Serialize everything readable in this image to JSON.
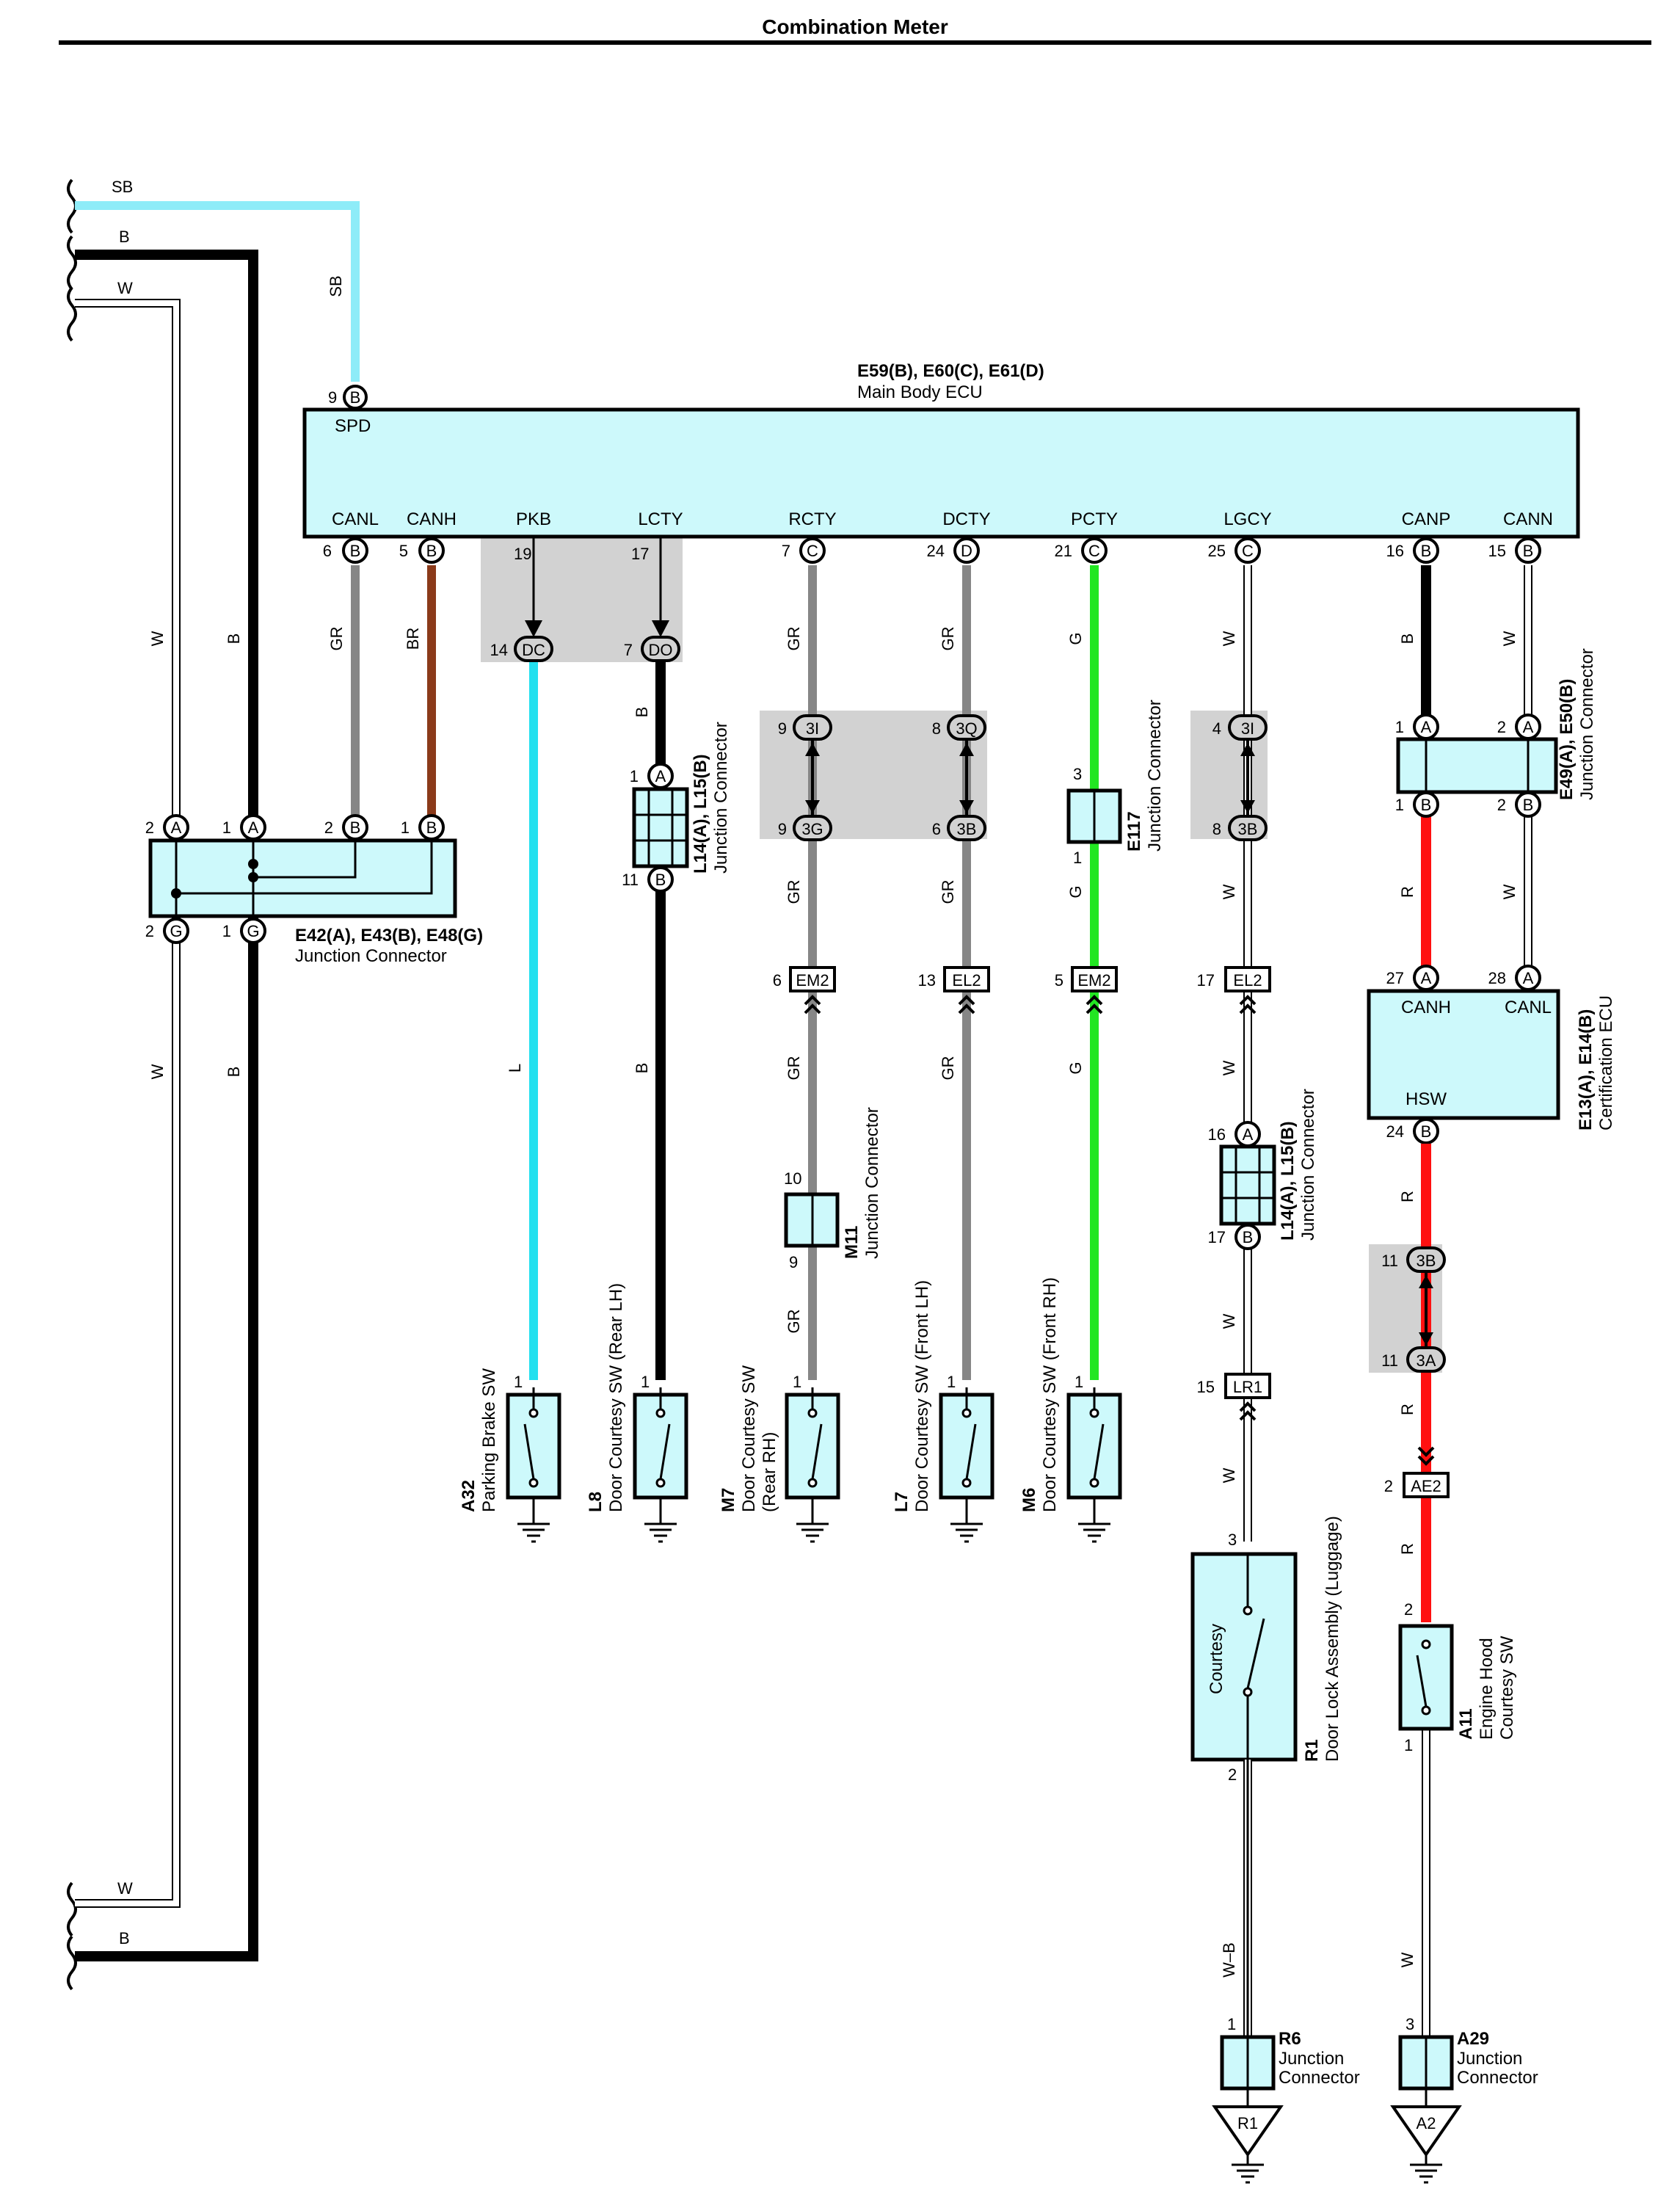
{
  "title": "Combination Meter",
  "colors": {
    "SB": "#8eecf8",
    "B": "#000000",
    "W": "#ffffff",
    "GR": "#868686",
    "BR": "#8b3a1a",
    "L": "#22e0ef",
    "G": "#22e622",
    "R": "#ff1010",
    "box_fill": "#cdf9fb",
    "shade": "#d2d2d2"
  },
  "left_wires": {
    "sb": "SB",
    "b": "B",
    "w": "W",
    "b_bottom": "B",
    "w_bottom": "W"
  },
  "main_ecu": {
    "id": "E59(B), E60(C), E61(D)",
    "name": "Main Body ECU",
    "spd_pin": "9",
    "spd_conn": "B",
    "spd_label": "SPD",
    "spd_wire": "SB",
    "pins": [
      {
        "label": "CANL",
        "pin": "6",
        "conn": "B",
        "wire": "GR"
      },
      {
        "label": "CANH",
        "pin": "5",
        "conn": "B",
        "wire": "BR"
      },
      {
        "label": "PKB",
        "pin": "19"
      },
      {
        "label": "LCTY",
        "pin": "17"
      },
      {
        "label": "RCTY",
        "pin": "7",
        "conn": "C",
        "wire": "GR"
      },
      {
        "label": "DCTY",
        "pin": "24",
        "conn": "D",
        "wire": "GR"
      },
      {
        "label": "PCTY",
        "pin": "21",
        "conn": "C",
        "wire": "G"
      },
      {
        "label": "LGCY",
        "pin": "25",
        "conn": "C",
        "wire": "W"
      },
      {
        "label": "CANP",
        "pin": "16",
        "conn": "B",
        "wire": "B"
      },
      {
        "label": "CANN",
        "pin": "15",
        "conn": "B",
        "wire": "W"
      }
    ]
  },
  "j_e42": {
    "id": "E42(A), E43(B), E48(G)",
    "name": "Junction Connector",
    "top_pins": [
      {
        "pin": "2",
        "conn": "A"
      },
      {
        "pin": "1",
        "conn": "A"
      },
      {
        "pin": "2",
        "conn": "B"
      },
      {
        "pin": "1",
        "conn": "B"
      }
    ],
    "bottom_pins": [
      {
        "pin": "2",
        "conn": "G"
      },
      {
        "pin": "1",
        "conn": "G"
      }
    ]
  },
  "inline": [
    {
      "pin": "14",
      "conn": "DC"
    },
    {
      "pin": "7",
      "conn": "DO"
    },
    {
      "pin": "9",
      "conn": "3I"
    },
    {
      "pin": "9",
      "conn": "3G"
    },
    {
      "pin": "8",
      "conn": "3Q"
    },
    {
      "pin": "6",
      "conn": "3B"
    },
    {
      "pin": "4",
      "conn": "3I"
    },
    {
      "pin": "8",
      "conn": "3B"
    },
    {
      "pin": "11",
      "conn": "3B"
    },
    {
      "pin": "11",
      "conn": "3A"
    }
  ],
  "j_l14_upper": {
    "id": "L14(A), L15(B)",
    "name": "Junction Connector",
    "pin_top": "1",
    "conn_top": "A",
    "pin_bot": "11",
    "conn_bot": "B"
  },
  "j_l14_lower": {
    "id": "L14(A), L15(B)",
    "name": "Junction Connector",
    "pin_top": "16",
    "conn_top": "A",
    "pin_bot": "17",
    "conn_bot": "B"
  },
  "e117": {
    "id": "E117",
    "name": "Junction Connector",
    "pin_top": "3",
    "pin_bot": "1"
  },
  "m11": {
    "id": "M11",
    "name": "Junction Connector",
    "pin_top": "10",
    "pin_bot": "9"
  },
  "e49": {
    "id": "E49(A), E50(B)",
    "name": "Junction Connector",
    "pins": [
      {
        "pin": "1",
        "conn": "A"
      },
      {
        "pin": "2",
        "conn": "A"
      },
      {
        "pin": "1",
        "conn": "B"
      },
      {
        "pin": "2",
        "conn": "B"
      }
    ]
  },
  "cert_ecu": {
    "id": "E13(A), E14(B)",
    "name": "Certification ECU",
    "canh": "CANH",
    "canl": "CANL",
    "hsw": "HSW",
    "pins": [
      {
        "pin": "27",
        "conn": "A"
      },
      {
        "pin": "28",
        "conn": "A"
      },
      {
        "pin": "24",
        "conn": "B"
      }
    ]
  },
  "connectors": [
    {
      "pin": "6",
      "name": "EM2"
    },
    {
      "pin": "13",
      "name": "EL2"
    },
    {
      "pin": "5",
      "name": "EM2"
    },
    {
      "pin": "17",
      "name": "EL2"
    },
    {
      "pin": "15",
      "name": "LR1"
    },
    {
      "pin": "2",
      "name": "AE2"
    }
  ],
  "wire_labels": {
    "l": "L",
    "b": "B",
    "gr": "GR",
    "g": "G",
    "w": "W",
    "r": "R",
    "wb": "W–B"
  },
  "switches": [
    {
      "id": "A32",
      "name": "Parking Brake SW",
      "pin": "1"
    },
    {
      "id": "L8",
      "name": "Door Courtesy SW (Rear LH)",
      "pin": "1"
    },
    {
      "id": "M7",
      "name": "Door Courtesy SW",
      "name2": "(Rear RH)",
      "pin": "1"
    },
    {
      "id": "L7",
      "name": "Door Courtesy SW (Front LH)",
      "pin": "1"
    },
    {
      "id": "M6",
      "name": "Door Courtesy SW (Front RH)",
      "pin": "1"
    }
  ],
  "door_lock": {
    "id": "R1",
    "name": "Door Lock Assembly (Luggage)",
    "inner": "Courtesy",
    "pin_top": "3",
    "pin_bot": "2"
  },
  "hood_sw": {
    "id": "A11",
    "name": "Engine Hood",
    "name2": "Courtesy SW",
    "pin_top": "2",
    "pin_bot": "1"
  },
  "r6": {
    "id": "R6",
    "name": "Junction",
    "name2": "Connector",
    "pin": "1",
    "ground": "R1"
  },
  "a29": {
    "id": "A29",
    "name": "Junction",
    "name2": "Connector",
    "pin": "3",
    "ground": "A2"
  }
}
